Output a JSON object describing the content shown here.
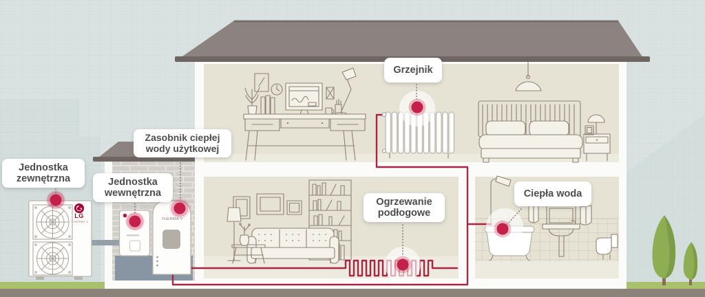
{
  "diagram": {
    "subject": "heat-pump-home-heating-scheme"
  },
  "labels": {
    "outdoor_unit": "Jednostka zewnętrzna",
    "indoor_unit": "Jednostka wewnętrzna",
    "water_tank": "Zasobnik ciepłej wody użytkowej",
    "radiator": "Grzejnik",
    "floor_heating": "Ogrzewanie podłogowe",
    "hot_water": "Ciepła woda"
  },
  "brand": {
    "logo": "LG",
    "model_outdoor": "THERMA V",
    "model_tank": "THERMA V"
  },
  "colors": {
    "sky": "#d9e2e0",
    "grid_line": "#c8d4d2",
    "silhouette": "#ced9d7",
    "roof": "#8c8280",
    "roof_edge": "#6e6462",
    "wall_white": "#fbfbf9",
    "room": "#e6e3d5",
    "room_floor": "#edeadf",
    "brick": "#d2cfca",
    "tile_line": "#cbc7b8",
    "annex_floor": "#8895a2",
    "grass": "#a9c06c",
    "ground": "#8b8279",
    "pipe_red": "#a82544",
    "pipe_gray": "#94a0a9",
    "marker_red": "#c4214a",
    "outline": "#8d8274",
    "label_text": "#4d4d4d",
    "lg_red": "#a50034",
    "tree_light": "#8fae53",
    "tree_dark": "#7d9c49",
    "trunk": "#8a6f52"
  }
}
